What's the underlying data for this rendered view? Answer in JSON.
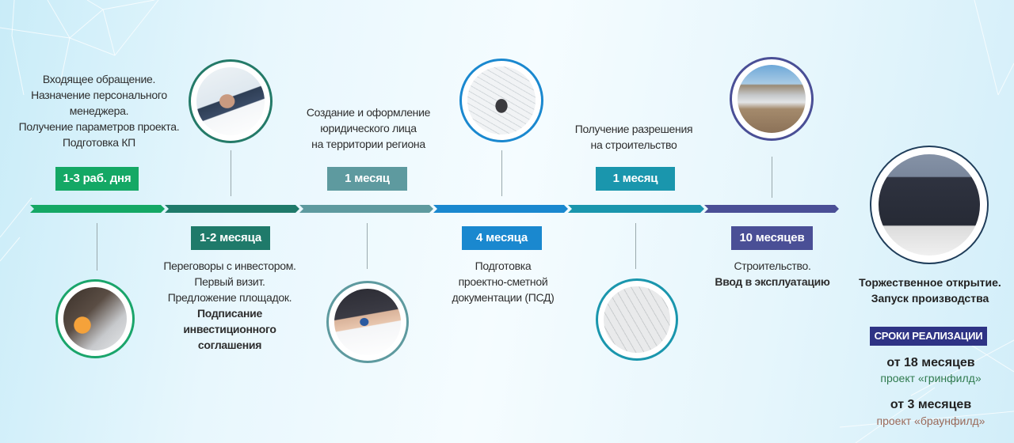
{
  "colors": {
    "green": "#14a865",
    "dark_teal": "#1f7a6a",
    "grey_teal": "#5e9a9f",
    "blue": "#1a88cf",
    "teal": "#1a96ad",
    "indigo": "#4a4f96",
    "navy_badge": "#2e3385",
    "greenfield_text": "#2f7a4e",
    "brownfield_text": "#9a6a5a"
  },
  "stages": [
    {
      "duration": "1-3 раб. дня",
      "lines": [
        "Входящее обращение.",
        "Назначение персонального",
        "менеджера.",
        "Получение параметров проекта.",
        "Подготовка КП"
      ],
      "image": "phone-call-laptop-photo"
    },
    {
      "duration": "1-2 месяца",
      "lines": [
        "Переговоры с инвестором.",
        "Первый визит.",
        "Предложение площадок."
      ],
      "bold_lines": [
        "Подписание",
        "инвестиционного",
        "соглашения"
      ],
      "image": "handshake-photo"
    },
    {
      "duration": "1 месяц",
      "lines": [
        "Создание и оформление",
        "юридического лица",
        "на территории региона"
      ],
      "image": "stamp-document-photo"
    },
    {
      "duration": "4 месяца",
      "lines": [
        "Подготовка",
        "проектно-сметной",
        "документации (ПСД)"
      ],
      "image": "blueprints-calculator-photo"
    },
    {
      "duration": "1 месяц",
      "lines": [
        "Получение разрешения",
        "на строительство"
      ],
      "image": "construction-crane-photo"
    },
    {
      "duration": "10 месяцев",
      "lines": [
        "Строительство."
      ],
      "bold_lines": [
        "Ввод в эксплуатацию"
      ],
      "image": "industrial-site-aerial-photo"
    }
  ],
  "final": {
    "title_lines": [
      "Торжественное открытие.",
      "Запуск производства"
    ],
    "image": "opening-ceremony-photo",
    "terms_badge": "СРОКИ РЕАЛИЗАЦИИ",
    "greenfield_term": "от 18 месяцев",
    "greenfield_label": "проект «гринфилд»",
    "brownfield_term": "от 3 месяцев",
    "brownfield_label": "проект «браунфилд»"
  }
}
